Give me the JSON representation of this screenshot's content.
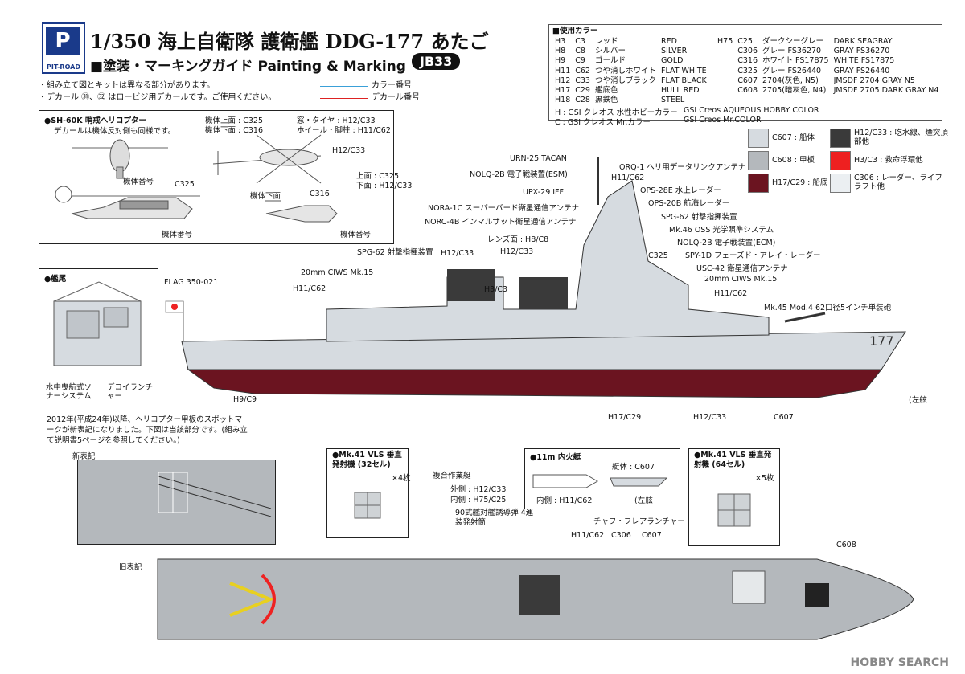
{
  "header": {
    "logo_letter": "P",
    "logo_text": "PIT-ROAD",
    "title": "1/350 海上自衛隊 護衛艦 DDG-177 あたご",
    "subtitle": "■塗装・マーキングガイド Painting & Marking",
    "code": "JB33"
  },
  "notes": {
    "line1": "・組み立て図とキットは異なる部分があります。",
    "line2": "・デカール ㉛、㉜ はロービジ用デカールです。ご使用ください。",
    "legend_color": "カラー番号",
    "legend_decal": "デカール番号"
  },
  "colors": {
    "header": "■使用カラー",
    "left": [
      [
        "H3",
        "C3",
        "レッド",
        "RED"
      ],
      [
        "H8",
        "C8",
        "シルバー",
        "SILVER"
      ],
      [
        "H9",
        "C9",
        "ゴールド",
        "GOLD"
      ],
      [
        "H11",
        "C62",
        "つや消しホワイト",
        "FLAT WHITE"
      ],
      [
        "H12",
        "C33",
        "つや消しブラック",
        "FLAT BLACK"
      ],
      [
        "H17",
        "C29",
        "艦底色",
        "HULL RED"
      ],
      [
        "H18",
        "C28",
        "黒鉄色",
        "STEEL"
      ]
    ],
    "right": [
      [
        "H75",
        "C25",
        "ダークシーグレー",
        "DARK SEAGRAY"
      ],
      [
        "",
        "C306",
        "グレー FS36270",
        "GRAY FS36270"
      ],
      [
        "",
        "C316",
        "ホワイト FS17875",
        "WHITE FS17875"
      ],
      [
        "",
        "C325",
        "グレー FS26440",
        "GRAY FS26440"
      ],
      [
        "",
        "C607",
        "2704(灰色, N5)",
        "JMSDF 2704 GRAY N5"
      ],
      [
        "",
        "C608",
        "2705(暗灰色, N4)",
        "JMSDF 2705 DARK GRAY N4"
      ]
    ],
    "foot1a": "H : GSI クレオス 水性ホビーカラー",
    "foot1b": "GSI Creos AQUEOUS HOBBY COLOR",
    "foot2a": "C : GSI クレオス Mr.カラー",
    "foot2b": "GSI Creos Mr.COLOR"
  },
  "swatches": [
    {
      "label": "C607 : 船体",
      "color": "#d6dbe0"
    },
    {
      "label": "H12/C33 : 吃水線、煙突頂部他",
      "color": "#3a3a3a"
    },
    {
      "label": "C608 : 甲板",
      "color": "#b4b8bc"
    },
    {
      "label": "H3/C3 : 救命浮環他",
      "color": "#ee2020"
    },
    {
      "label": "H17/C29 : 船底",
      "color": "#6b1420"
    },
    {
      "label": "C306 : レーダー、ライフラフト他",
      "color": "#ebeff2"
    }
  ],
  "heli": {
    "title": "●SH-60K 哨戒ヘリコプター",
    "sub": "デカールは機体反対側も同様です。",
    "body_top": "機体上面 : C325",
    "body_bottom": "機体下面 : C316",
    "window": "窓・タイヤ : H12/C33",
    "wheel": "ホイール・脚柱 : H11/C62",
    "h12": "H12/C33",
    "upper": "上面 : C325",
    "lower": "下面 : H12/C33",
    "c325": "C325",
    "c316": "C316",
    "under_title": "機体下面",
    "no1": "機体番号",
    "no2": "機体番号",
    "no3": "機体番号"
  },
  "stern": {
    "title": "●艦尾",
    "sonar": "水中曳航式ソナーシステム",
    "decoy": "デコイランチャー"
  },
  "ship": {
    "flag": "FLAG 350-021",
    "hull_number": "177",
    "labels": [
      "URN-25 TACAN",
      "NOLQ-2B 電子戦装置(ESM)",
      "ORQ-1 ヘリ用データリンクアンテナ",
      "H11/C62",
      "UPX-29 IFF",
      "OPS-28E 水上レーダー",
      "OPS-20B 航海レーダー",
      "NORA-1C スーパーバード衛星通信アンテナ",
      "SPG-62 射撃指揮装置",
      "NORC-4B インマルサット衛星通信アンテナ",
      "Mk.46 OSS 光学照準システム",
      "レンズ面 : H8/C8",
      "NOLQ-2B 電子戦装置(ECM)",
      "SPG-62 射撃指揮装置",
      "H12/C33",
      "H12/C33",
      "C325",
      "SPY-1D フェーズド・アレイ・レーダー",
      "USC-42 衛星通信アンテナ",
      "20mm CIWS Mk.15",
      "H3/C3",
      "20mm CIWS Mk.15",
      "H11/C62",
      "H11/C62",
      "Mk.45 Mod.4 62口径5インチ単装砲",
      "H9/C9",
      "H17/C29",
      "H12/C33",
      "C607",
      "(左舷"
    ]
  },
  "deck_note": "2012年(平成24年)以降、ヘリコプター甲板のスポットマークが新表記になりました。下図は当該部分です。(組み立て説明書5ページを参照してください。)",
  "deck_new": "新表記",
  "deck_old": "旧表記",
  "vls32": {
    "title": "●Mk.41 VLS 垂直発射機 (32セル)",
    "qty": "×4枚"
  },
  "boat": {
    "title": "●11m 内火艇",
    "hull": "艇体 : C607",
    "inner": "内側 : H11/C62",
    "port": "(左舷"
  },
  "vls64": {
    "title": "●Mk.41 VLS 垂直発射機 (64セル)",
    "qty": "×5枚"
  },
  "plan_labels": {
    "multi": "複合作業艇",
    "outer": "外側 : H12/C33",
    "inner": "内側 : H75/C25",
    "ssm": "90式艦対艦誘導弾 4連装発射筒",
    "chaff": "チャフ・フレアランチャー",
    "h11": "H11/C62",
    "c306": "C306",
    "c607": "C607",
    "c608": "C608"
  },
  "watermark": "HOBBY SEARCH"
}
